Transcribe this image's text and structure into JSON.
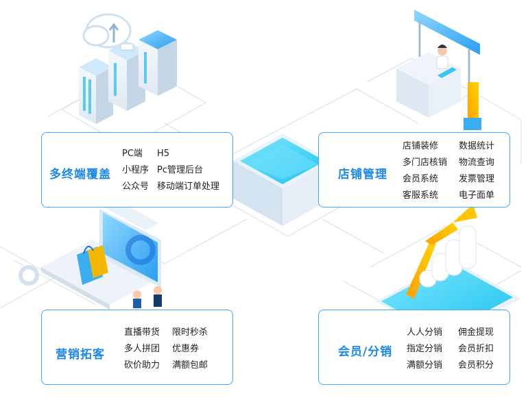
{
  "cards": {
    "terminals": {
      "title": "多终端覆盖",
      "items": [
        "PC端",
        "H5",
        "小程序",
        "Pc管理后台",
        "公众号",
        "移动端订单处理"
      ]
    },
    "store": {
      "title": "店铺管理",
      "items": [
        "店铺装修",
        "数据统计",
        "多门店核销",
        "物流查询",
        "会员系统",
        "发票管理",
        "客服系统",
        "电子面单"
      ]
    },
    "marketing": {
      "title": "营销拓客",
      "items": [
        "直播带货",
        "限时秒杀",
        "多人拼团",
        "优惠券",
        "砍价助力",
        "满额包邮"
      ]
    },
    "distribution": {
      "title": "会员/分销",
      "items": [
        "人人分销",
        "佣金提现",
        "指定分销",
        "会员折扣",
        "满额分销",
        "会员积分"
      ]
    }
  },
  "colors": {
    "accent": "#1e88e5",
    "border": "#3fa9f5",
    "cyan": "#4fd1f5",
    "line": "#d6e4f0",
    "gold": "#f5b800"
  },
  "icons": {
    "terminals": "server-cloud-icon",
    "store": "store-counter-icon",
    "marketing": "laptop-shopping-icon",
    "distribution": "growth-chart-icon",
    "center": "platform-cube-icon"
  }
}
